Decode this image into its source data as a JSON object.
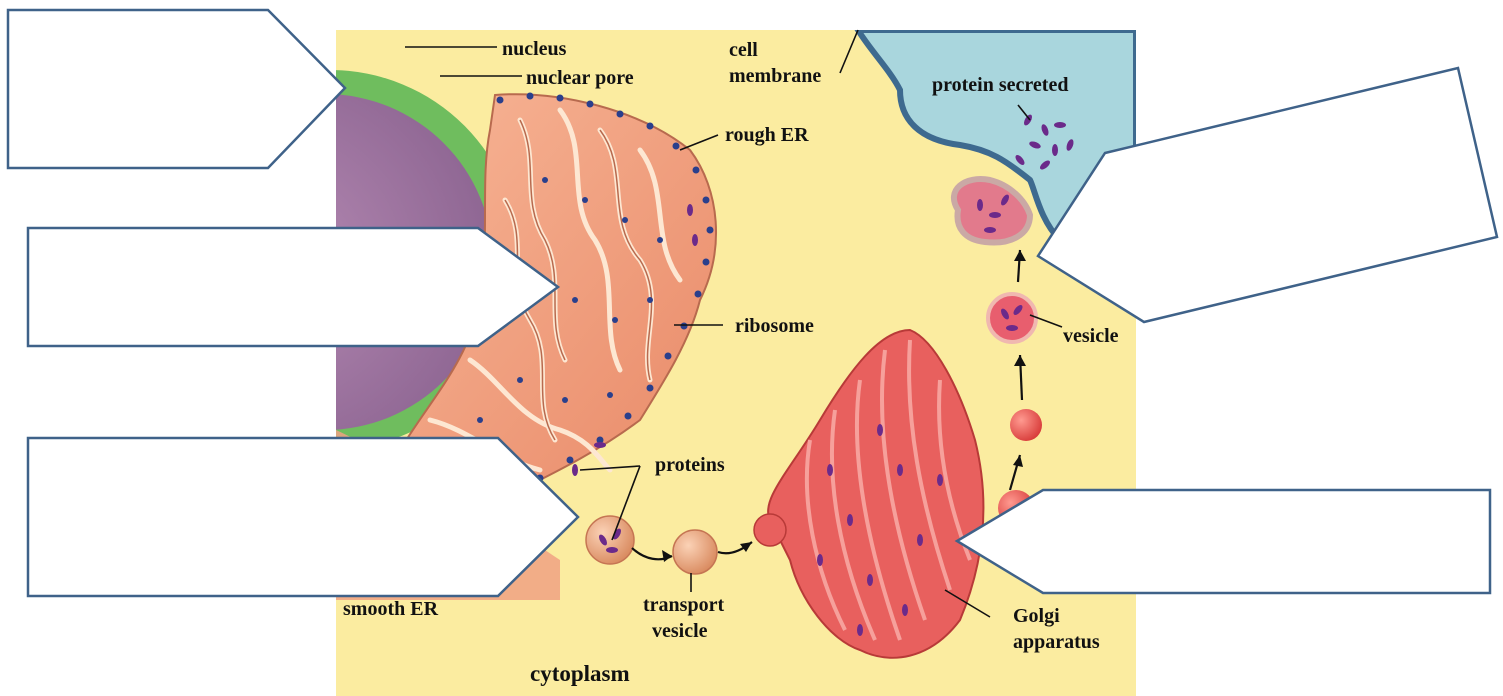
{
  "diagram": {
    "labels": {
      "nucleus": "nucleus",
      "nuclear_pore": "nuclear pore",
      "cell_membrane_1": "cell",
      "cell_membrane_2": "membrane",
      "protein_secreted": "protein secreted",
      "rough_er": "rough ER",
      "ribosome": "ribosome",
      "vesicle": "vesicle",
      "proteins": "proteins",
      "smooth_er": "smooth ER",
      "transport_vesicle_1": "transport",
      "transport_vesicle_2": "vesicle",
      "golgi_1": "Golgi",
      "golgi_2": "apparatus",
      "cytoplasm": "cytoplasm"
    },
    "colors": {
      "cytoplasm": "#fbeca0",
      "extracellular": "#a9d6dd",
      "membrane": "#3e6a8f",
      "nucleus": "#a27aa0",
      "nuclear_envelope": "#69b85a",
      "rough_er": "#f2a180",
      "ribosome": "#2a3f8c",
      "golgi": "#e8605e",
      "protein": "#6b2a8a",
      "callout_border": "#3f6289"
    },
    "callouts": [
      "blank",
      "blank",
      "blank",
      "blank",
      "blank"
    ]
  }
}
